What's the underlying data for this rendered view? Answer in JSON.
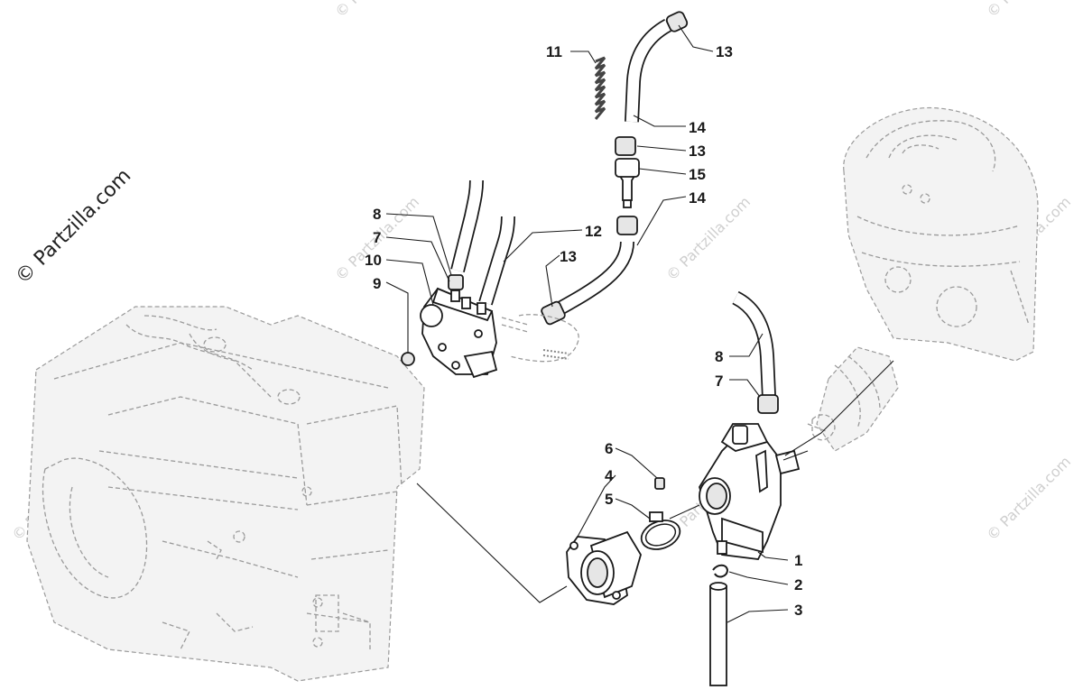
{
  "watermark": {
    "main": "© Partzilla.com",
    "tile": "© Partzilla.com"
  },
  "callouts": {
    "c1": "1",
    "c2": "2",
    "c3": "3",
    "c4": "4",
    "c5": "5",
    "c6": "6",
    "c7a": "7",
    "c7b": "7",
    "c8a": "8",
    "c8b": "8",
    "c9": "9",
    "c10": "10",
    "c11": "11",
    "c12": "12",
    "c13a": "13",
    "c13b": "13",
    "c13c": "13",
    "c14a": "14",
    "c14b": "14",
    "c15": "15"
  }
}
